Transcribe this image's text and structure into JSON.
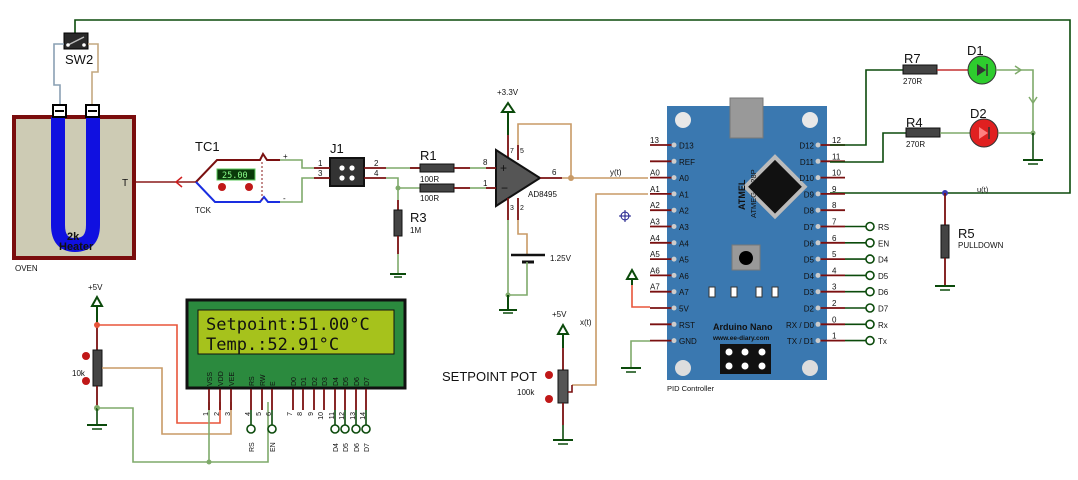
{
  "oven": {
    "label": "OVEN",
    "heater_label": "Heater",
    "heater_value": "2k",
    "temp_port": "T"
  },
  "switch": {
    "label": "SW2"
  },
  "thermocouple": {
    "label": "TC1",
    "type": "TCK",
    "reading": "25.00",
    "plus": "+",
    "minus": "-"
  },
  "connector": {
    "label": "J1",
    "pins": [
      "1",
      "2",
      "3",
      "4"
    ]
  },
  "resistors": {
    "r1": {
      "label": "R1",
      "value": "100R"
    },
    "r2": {
      "value": "100R"
    },
    "r3": {
      "label": "R3",
      "value": "1M"
    },
    "r4": {
      "label": "R4",
      "value": "270R"
    },
    "r5": {
      "label": "R5",
      "value": "PULLDOWN"
    },
    "r7": {
      "label": "R7",
      "value": "270R"
    }
  },
  "amplifier": {
    "label": "AD8495",
    "supply": "+3.3V",
    "ref_voltage": "1.25V",
    "pins": {
      "in_plus": "8",
      "in_minus": "1",
      "out": "6",
      "p7": "7",
      "p5": "5",
      "p3": "3",
      "p2": "2"
    }
  },
  "signals": {
    "y": "y(t)",
    "x": "x(t)",
    "u": "u(t)"
  },
  "arduino": {
    "title": "Arduino Nano",
    "site": "www.ee-diary.com",
    "chip_brand": "ATMEL",
    "chip_model": "ATMEGA328P",
    "caption": "PID Controller",
    "left_pins": [
      {
        "name": "D13",
        "num": "13"
      },
      {
        "name": "REF",
        "num": ""
      },
      {
        "name": "A0",
        "num": "A0"
      },
      {
        "name": "A1",
        "num": "A1"
      },
      {
        "name": "A2",
        "num": "A2"
      },
      {
        "name": "A3",
        "num": "A3"
      },
      {
        "name": "A4",
        "num": "A4"
      },
      {
        "name": "A5",
        "num": "A5"
      },
      {
        "name": "A6",
        "num": "A6"
      },
      {
        "name": "A7",
        "num": "A7"
      },
      {
        "name": "5V",
        "num": ""
      },
      {
        "name": "RST",
        "num": ""
      },
      {
        "name": "GND",
        "num": ""
      }
    ],
    "right_pins": [
      {
        "name": "D12",
        "num": "12"
      },
      {
        "name": "D11",
        "num": "11"
      },
      {
        "name": "D10",
        "num": "10"
      },
      {
        "name": "D9",
        "num": "9"
      },
      {
        "name": "D8",
        "num": "8"
      },
      {
        "name": "D7",
        "num": "7",
        "term": "RS"
      },
      {
        "name": "D6",
        "num": "6",
        "term": "EN"
      },
      {
        "name": "D5",
        "num": "5",
        "term": "D4"
      },
      {
        "name": "D4",
        "num": "4",
        "term": "D5"
      },
      {
        "name": "D3",
        "num": "3",
        "term": "D6"
      },
      {
        "name": "D2",
        "num": "2",
        "term": "D7"
      },
      {
        "name": "RX / D0",
        "num": "0",
        "term": "Rx"
      },
      {
        "name": "TX / D1",
        "num": "1",
        "term": "Tx"
      }
    ]
  },
  "leds": {
    "d1": {
      "label": "D1",
      "color": "#2ecc2e"
    },
    "d2": {
      "label": "D2",
      "color": "#e02020"
    }
  },
  "lcd": {
    "line1": "Setpoint:51.00°C",
    "line2": "Temp.:52.91°C",
    "pins": [
      {
        "name": "VSS",
        "num": "1"
      },
      {
        "name": "VDD",
        "num": "2"
      },
      {
        "name": "VEE",
        "num": "3"
      },
      {
        "name": "RS",
        "num": "4"
      },
      {
        "name": "RW",
        "num": "5"
      },
      {
        "name": "E",
        "num": "6"
      },
      {
        "name": "D0",
        "num": "7"
      },
      {
        "name": "D1",
        "num": "8"
      },
      {
        "name": "D2",
        "num": "9"
      },
      {
        "name": "D3",
        "num": "10"
      },
      {
        "name": "D4",
        "num": "11"
      },
      {
        "name": "D5",
        "num": "12"
      },
      {
        "name": "D6",
        "num": "13"
      },
      {
        "name": "D7",
        "num": "14"
      }
    ],
    "terminals": [
      "RS",
      "EN",
      "D4",
      "D5",
      "D6",
      "D7"
    ]
  },
  "contrast_pot": {
    "value": "10k",
    "supply": "+5V"
  },
  "setpoint_pot": {
    "label": "SETPOINT POT",
    "value": "100k",
    "supply": "+5V"
  }
}
